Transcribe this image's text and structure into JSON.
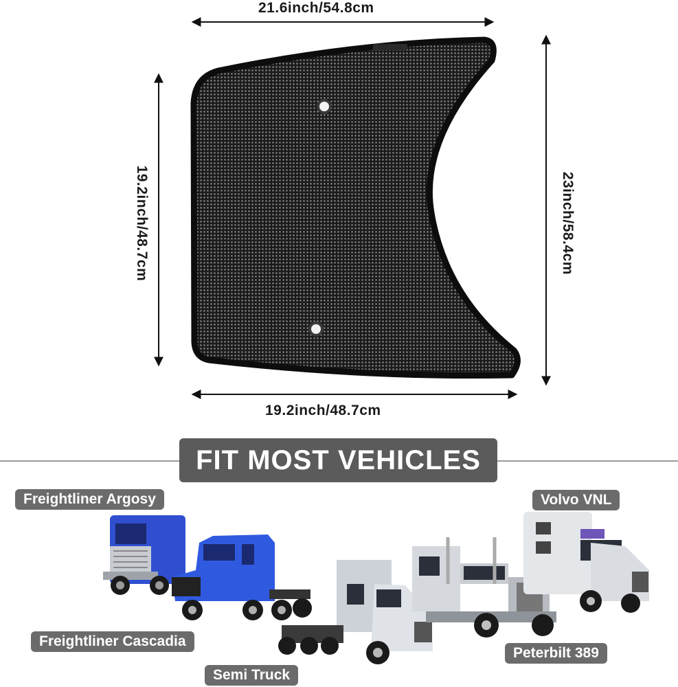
{
  "dimensions": {
    "top_width": "21.6inch/54.8cm",
    "bottom_width": "19.2inch/48.7cm",
    "left_height": "19.2inch/48.7cm",
    "right_height": "23inch/58.4cm"
  },
  "banner": {
    "title": "FIT MOST VEHICLES"
  },
  "vehicles": {
    "freightliner_argosy": "Freightliner Argosy",
    "freightliner_cascadia": "Freightliner Cascadia",
    "semi_truck": "Semi Truck",
    "volvo_vnl": "Volvo VNL",
    "peterbilt_389": "Peterbilt 389"
  },
  "colors": {
    "banner_bg": "#5b5b5b",
    "pill_bg": "#6b6b6b",
    "truck_blue": "#2f4fd0",
    "truck_silver": "#cfd3d8",
    "shade_border": "#0d0d0d"
  }
}
